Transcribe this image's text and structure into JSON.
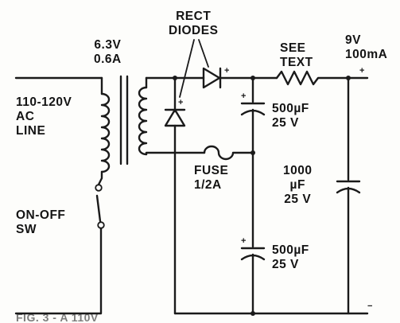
{
  "labels": {
    "rect_diodes": [
      "RECT",
      "DIODES"
    ],
    "transformer": [
      "6.3V",
      "0.6A"
    ],
    "ac_line": [
      "110-120V",
      "AC",
      "LINE"
    ],
    "switch": [
      "ON-OFF",
      "SW"
    ],
    "see_text": [
      "SEE",
      "TEXT"
    ],
    "output": [
      "9V",
      "100mA"
    ],
    "cap_upper": [
      "500µF",
      "25  V"
    ],
    "cap_out": [
      "1000",
      "µF",
      "25  V"
    ],
    "fuse": [
      "FUSE",
      "1/2A"
    ],
    "cap_lower": [
      "500µF",
      "25  V"
    ],
    "caption": "FIG. 3 - A 110V"
  },
  "polarity": {
    "plus": "+",
    "minus": "−"
  },
  "colors": {
    "ink": "#1a1a1a",
    "paper": "#fdfdfb"
  }
}
